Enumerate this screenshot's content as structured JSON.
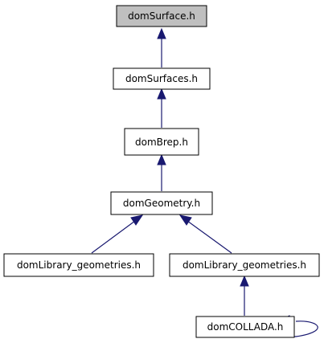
{
  "colors": {
    "highlight_fill": "#bfbfbf",
    "node_fill": "#ffffff",
    "node_border": "#000000",
    "edge": "#191970"
  },
  "nodes": [
    {
      "id": "n_surface",
      "label": "domSurface.h",
      "highlighted": true
    },
    {
      "id": "n_surfaces",
      "label": "domSurfaces.h",
      "highlighted": false
    },
    {
      "id": "n_brep",
      "label": "domBrep.h",
      "highlighted": false
    },
    {
      "id": "n_geometry",
      "label": "domGeometry.h",
      "highlighted": false
    },
    {
      "id": "n_libgeo_left",
      "label": "domLibrary_geometries.h",
      "highlighted": false
    },
    {
      "id": "n_libgeo_right",
      "label": "domLibrary_geometries.h",
      "highlighted": false
    },
    {
      "id": "n_collada",
      "label": "domCOLLADA.h",
      "highlighted": false
    }
  ],
  "edges": [
    {
      "from": "n_surfaces",
      "to": "n_surface"
    },
    {
      "from": "n_brep",
      "to": "n_surfaces"
    },
    {
      "from": "n_geometry",
      "to": "n_brep"
    },
    {
      "from": "n_libgeo_left",
      "to": "n_geometry"
    },
    {
      "from": "n_libgeo_right",
      "to": "n_geometry"
    },
    {
      "from": "n_collada",
      "to": "n_libgeo_right"
    },
    {
      "from": "n_collada",
      "to": "n_collada"
    }
  ]
}
